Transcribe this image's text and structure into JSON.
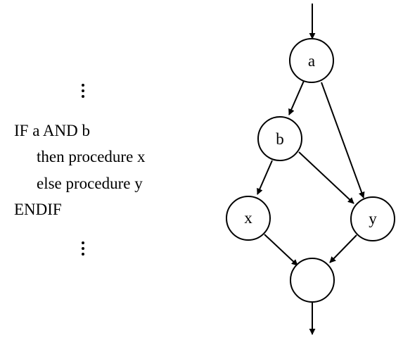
{
  "code": {
    "line1": "IF a AND b",
    "line2": "then procedure x",
    "line3": "else procedure y",
    "line4": "ENDIF"
  },
  "graph": {
    "nodes": [
      {
        "id": "node-a",
        "label": "a"
      },
      {
        "id": "node-b",
        "label": "b"
      },
      {
        "id": "node-x",
        "label": "x"
      },
      {
        "id": "node-y",
        "label": "y"
      },
      {
        "id": "node-exit",
        "label": ""
      }
    ]
  }
}
